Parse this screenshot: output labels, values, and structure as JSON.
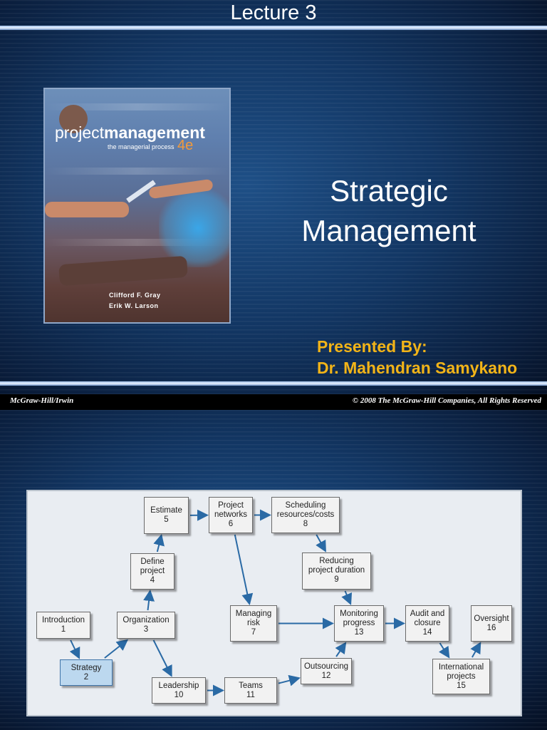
{
  "slide1": {
    "lecture_title": "Lecture 3",
    "book": {
      "title_light": "project",
      "title_bold": "management",
      "subtitle": "the managerial process",
      "edition": "4e",
      "authors": [
        "Clifford F. Gray",
        "Erik W. Larson"
      ]
    },
    "title_line1": "Strategic",
    "title_line2": "Management",
    "presented_by": "Presented By:",
    "presenter_name": "Dr. Mahendran Samykano",
    "footer_left": "McGraw-Hill/Irwin",
    "footer_right": "© 2008 The McGraw-Hill Companies, All Rights Reserved"
  },
  "colors": {
    "title_text": "#ffffff",
    "presenter_text": "#f2b418",
    "arrow": "#2a6aa5",
    "highlight_node": "#bcd8ef"
  },
  "diagram": {
    "nodes": [
      {
        "id": "introduction",
        "label": "Introduction",
        "num": "1"
      },
      {
        "id": "strategy",
        "label": "Strategy",
        "num": "2",
        "highlight": true
      },
      {
        "id": "organization",
        "label": "Organization",
        "num": "3"
      },
      {
        "id": "define",
        "label": "Define\nproject",
        "num": "4"
      },
      {
        "id": "estimate",
        "label": "Estimate",
        "num": "5"
      },
      {
        "id": "networks",
        "label": "Project\nnetworks",
        "num": "6"
      },
      {
        "id": "risk",
        "label": "Managing\nrisk",
        "num": "7"
      },
      {
        "id": "scheduling",
        "label": "Scheduling\nresources/costs",
        "num": "8"
      },
      {
        "id": "reducing",
        "label": "Reducing\nproject duration",
        "num": "9"
      },
      {
        "id": "leadership",
        "label": "Leadership",
        "num": "10"
      },
      {
        "id": "teams",
        "label": "Teams",
        "num": "11"
      },
      {
        "id": "outsourcing",
        "label": "Outsourcing",
        "num": "12"
      },
      {
        "id": "monitoring",
        "label": "Monitoring\nprogress",
        "num": "13"
      },
      {
        "id": "audit",
        "label": "Audit and\nclosure",
        "num": "14"
      },
      {
        "id": "international",
        "label": "International\nprojects",
        "num": "15"
      },
      {
        "id": "oversight",
        "label": "Oversight",
        "num": "16"
      }
    ],
    "edges": [
      [
        "introduction",
        "strategy"
      ],
      [
        "strategy",
        "organization"
      ],
      [
        "organization",
        "define"
      ],
      [
        "define",
        "estimate"
      ],
      [
        "estimate",
        "networks"
      ],
      [
        "networks",
        "scheduling"
      ],
      [
        "networks",
        "risk"
      ],
      [
        "scheduling",
        "reducing"
      ],
      [
        "reducing",
        "monitoring"
      ],
      [
        "risk",
        "monitoring"
      ],
      [
        "organization",
        "leadership"
      ],
      [
        "leadership",
        "teams"
      ],
      [
        "teams",
        "outsourcing"
      ],
      [
        "outsourcing",
        "monitoring"
      ],
      [
        "monitoring",
        "audit"
      ],
      [
        "audit",
        "international"
      ],
      [
        "international",
        "oversight"
      ]
    ]
  }
}
